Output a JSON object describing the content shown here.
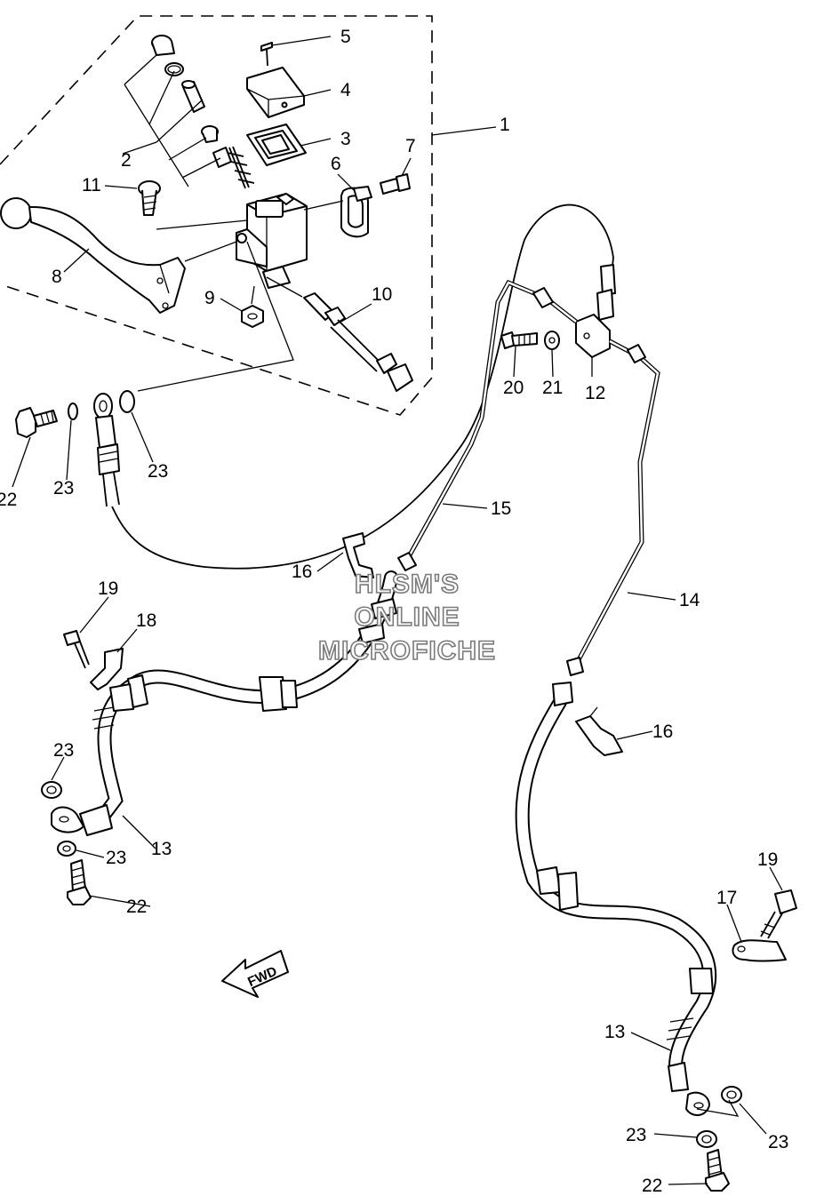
{
  "diagram": {
    "labels": {
      "l1": "1",
      "l2": "2",
      "l3": "3",
      "l4": "4",
      "l5": "5",
      "l6": "6",
      "l7": "7",
      "l8": "8",
      "l9": "9",
      "l10": "10",
      "l11": "11",
      "l12": "12",
      "l13a": "13",
      "l13b": "13",
      "l14": "14",
      "l15": "15",
      "l16a": "16",
      "l16b": "16",
      "l17": "17",
      "l18": "18",
      "l19a": "19",
      "l19b": "19",
      "l20": "20",
      "l21": "21",
      "l22a": "22",
      "l22b": "22",
      "l22c": "22",
      "l23a": "23",
      "l23b": "23",
      "l23c": "23",
      "l23d": "23",
      "l23e": "23",
      "l23f": "23"
    },
    "watermark": {
      "line1": "HLSM'S",
      "line2": "ONLINE",
      "line3": "MICROFICHE"
    },
    "fwd_arrow": {
      "text": "FWD"
    }
  }
}
